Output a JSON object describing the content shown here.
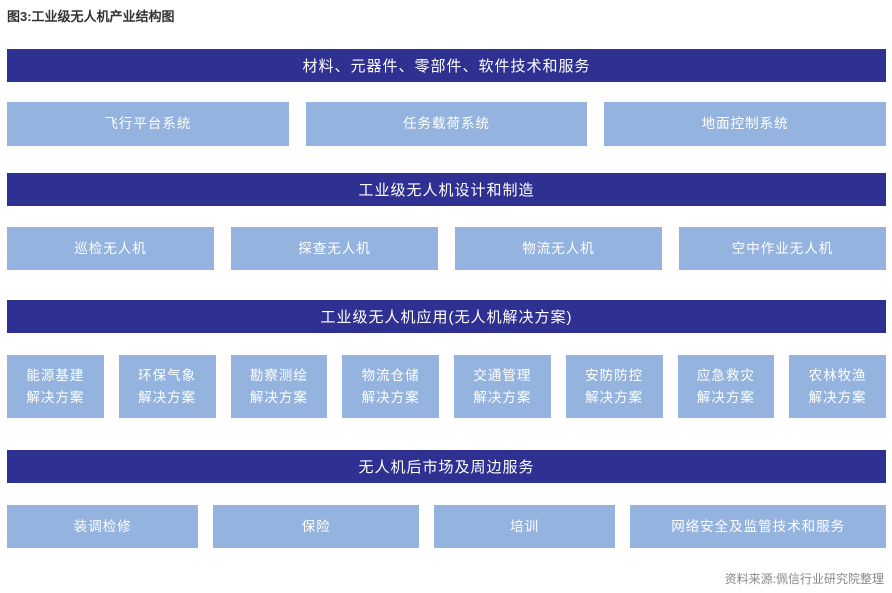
{
  "page": {
    "title": "图3:工业级无人机产业结构图",
    "source": "资料来源:佩信行业研究院整理"
  },
  "colors": {
    "banner_bg": "#2E3192",
    "box_bg": "#94B3DE",
    "banner_text": "#FFFFFF",
    "box_text": "#FFFFFF",
    "title_text": "#333333",
    "source_text": "#888888"
  },
  "diagram": {
    "sections": [
      {
        "banner": "材料、元器件、零部件、软件技术和服务",
        "boxes": [
          "飞行平台系统",
          "任务载荷系统",
          "地面控制系统"
        ]
      },
      {
        "banner": "工业级无人机设计和制造",
        "boxes": [
          "巡检无人机",
          "探查无人机",
          "物流无人机",
          "空中作业无人机"
        ]
      },
      {
        "banner": "工业级无人机应用(无人机解决方案)",
        "boxes": [
          "能源基建\n解决方案",
          "环保气象\n解决方案",
          "勘察测绘\n解决方案",
          "物流仓储\n解决方案",
          "交通管理\n解决方案",
          "安防防控\n解决方案",
          "应急救灾\n解决方案",
          "农林牧渔\n解决方案"
        ]
      },
      {
        "banner": "无人机后市场及周边服务",
        "boxes": [
          "装调检修",
          "保险",
          "培训",
          "网络安全及监管技术和服务"
        ]
      }
    ]
  }
}
